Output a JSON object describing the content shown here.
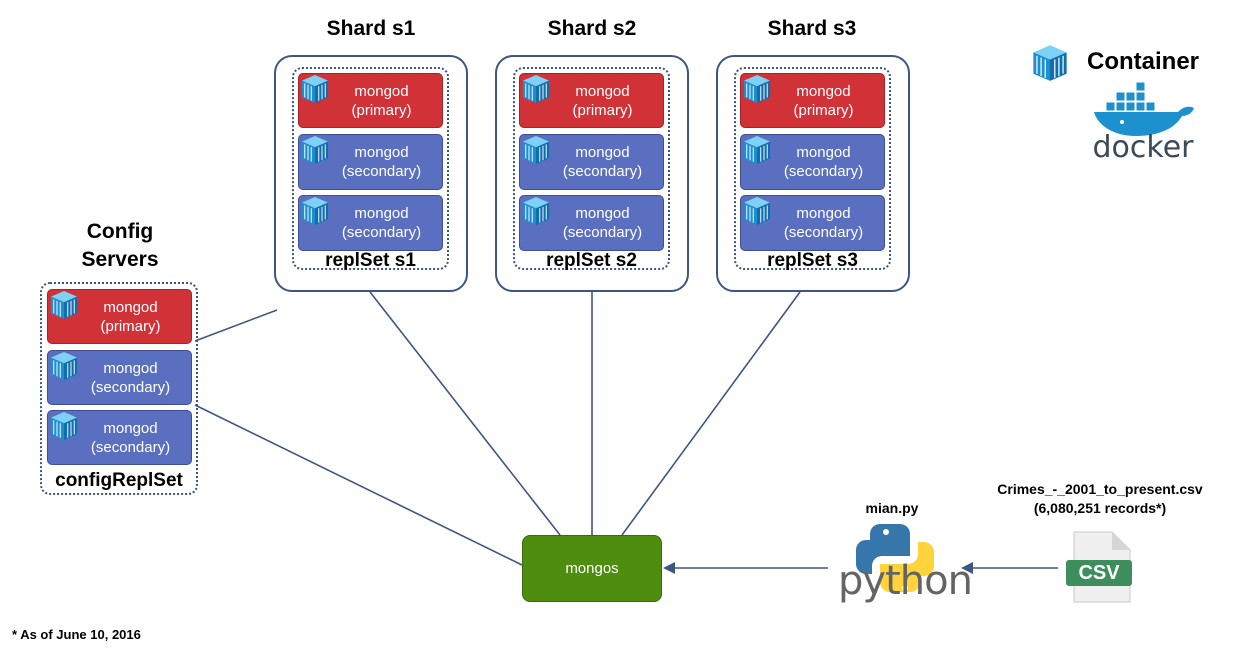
{
  "shards": [
    {
      "title": "Shard s1",
      "replset": "replSet s1"
    },
    {
      "title": "Shard s2",
      "replset": "replSet s2"
    },
    {
      "title": "Shard s3",
      "replset": "replSet s3"
    }
  ],
  "node": {
    "name": "mongod",
    "primary": "(primary)",
    "secondary": "(secondary)"
  },
  "config": {
    "title_line1": "Config",
    "title_line2": "Servers",
    "replset": "configReplSet"
  },
  "mongos": "mongos",
  "script": "mian.py",
  "python_word": "python",
  "csv": {
    "filename": "Crimes_-_2001_to_present.csv",
    "records": "(6,080,251 records*)",
    "badge": "CSV"
  },
  "legend": {
    "container": "Container",
    "docker": "docker"
  },
  "footnote": "* As of June 10, 2016",
  "colors": {
    "primary": "#d03238",
    "secondary": "#5b6fc1",
    "mongos": "#4f8d0f",
    "line": "#3e5682",
    "container_blue": "#2596d6"
  }
}
